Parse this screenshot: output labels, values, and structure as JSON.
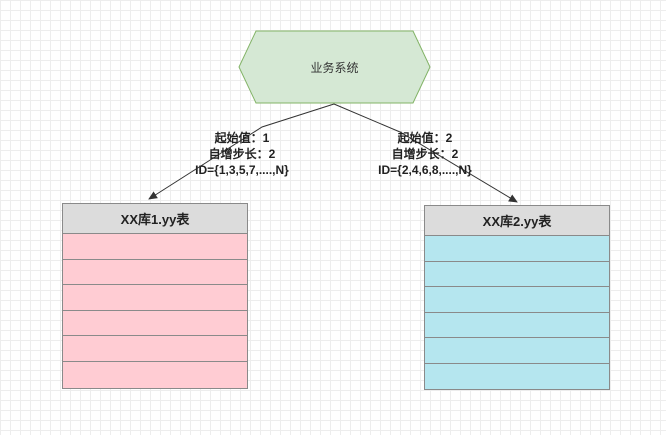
{
  "system": {
    "label": "业务系统"
  },
  "left": {
    "start": "起始值：1",
    "step": "自增步长：2",
    "ids": "ID={1,3,5,7,....,N}",
    "table_title": "XX库1.yy表",
    "row_count": 6,
    "color": "#ffccd3"
  },
  "right": {
    "start": "起始值：2",
    "step": "自增步长：2",
    "ids": "ID={2,4,6,8,....,N}",
    "table_title": "XX库2.yy表",
    "row_count": 6,
    "color": "#b5e6ef"
  },
  "colors": {
    "system_fill": "#d5e8d4",
    "system_stroke": "#82b366",
    "header_fill": "#dcdcdc",
    "line": "#333333"
  }
}
